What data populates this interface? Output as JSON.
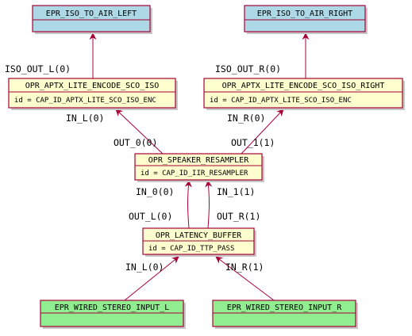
{
  "colors": {
    "endpoint_iso": "#add8e6",
    "endpoint_wired": "#90ee90",
    "operator": "#fefece",
    "border": "#a80036",
    "edge": "#a80036",
    "shadow": "#c8c8c8"
  },
  "endpoints": {
    "iso_left": "EPR_ISO_TO_AIR_LEFT",
    "iso_right": "EPR_ISO_TO_AIR_RIGHT",
    "wired_left": "EPR_WIRED_STEREO_INPUT_L",
    "wired_right": "EPR_WIRED_STEREO_INPUT_R"
  },
  "operators": {
    "aptx_iso": {
      "title": "OPR_APTX_LITE_ENCODE_SCO_ISO",
      "id": "id = CAP_ID_APTX_LITE_SCO_ISO_ENC"
    },
    "aptx_iso_right": {
      "title": "OPR_APTX_LITE_ENCODE_SCO_ISO_RIGHT",
      "id": "id = CAP_ID_APTX_LITE_SCO_ISO_ENC"
    },
    "resampler": {
      "title": "OPR_SPEAKER_RESAMPLER",
      "id": "id = CAP_ID_IIR_RESAMPLER"
    },
    "latency": {
      "title": "OPR_LATENCY_BUFFER",
      "id": "id = CAP_ID_TTP_PASS"
    }
  },
  "ports": {
    "iso_out_l": "ISO_OUT_L(0)",
    "iso_out_r": "ISO_OUT_R(0)",
    "enc_in_l": "IN_L(0)",
    "enc_in_r": "IN_R(0)",
    "res_out_0": "OUT_0(0)",
    "res_out_1": "OUT_1(1)",
    "res_in_0": "IN_0(0)",
    "res_in_1": "IN_1(1)",
    "lat_out_l": "OUT_L(0)",
    "lat_out_r": "OUT_R(1)",
    "lat_in_l": "IN_L(0)",
    "lat_in_r": "IN_R(1)"
  }
}
